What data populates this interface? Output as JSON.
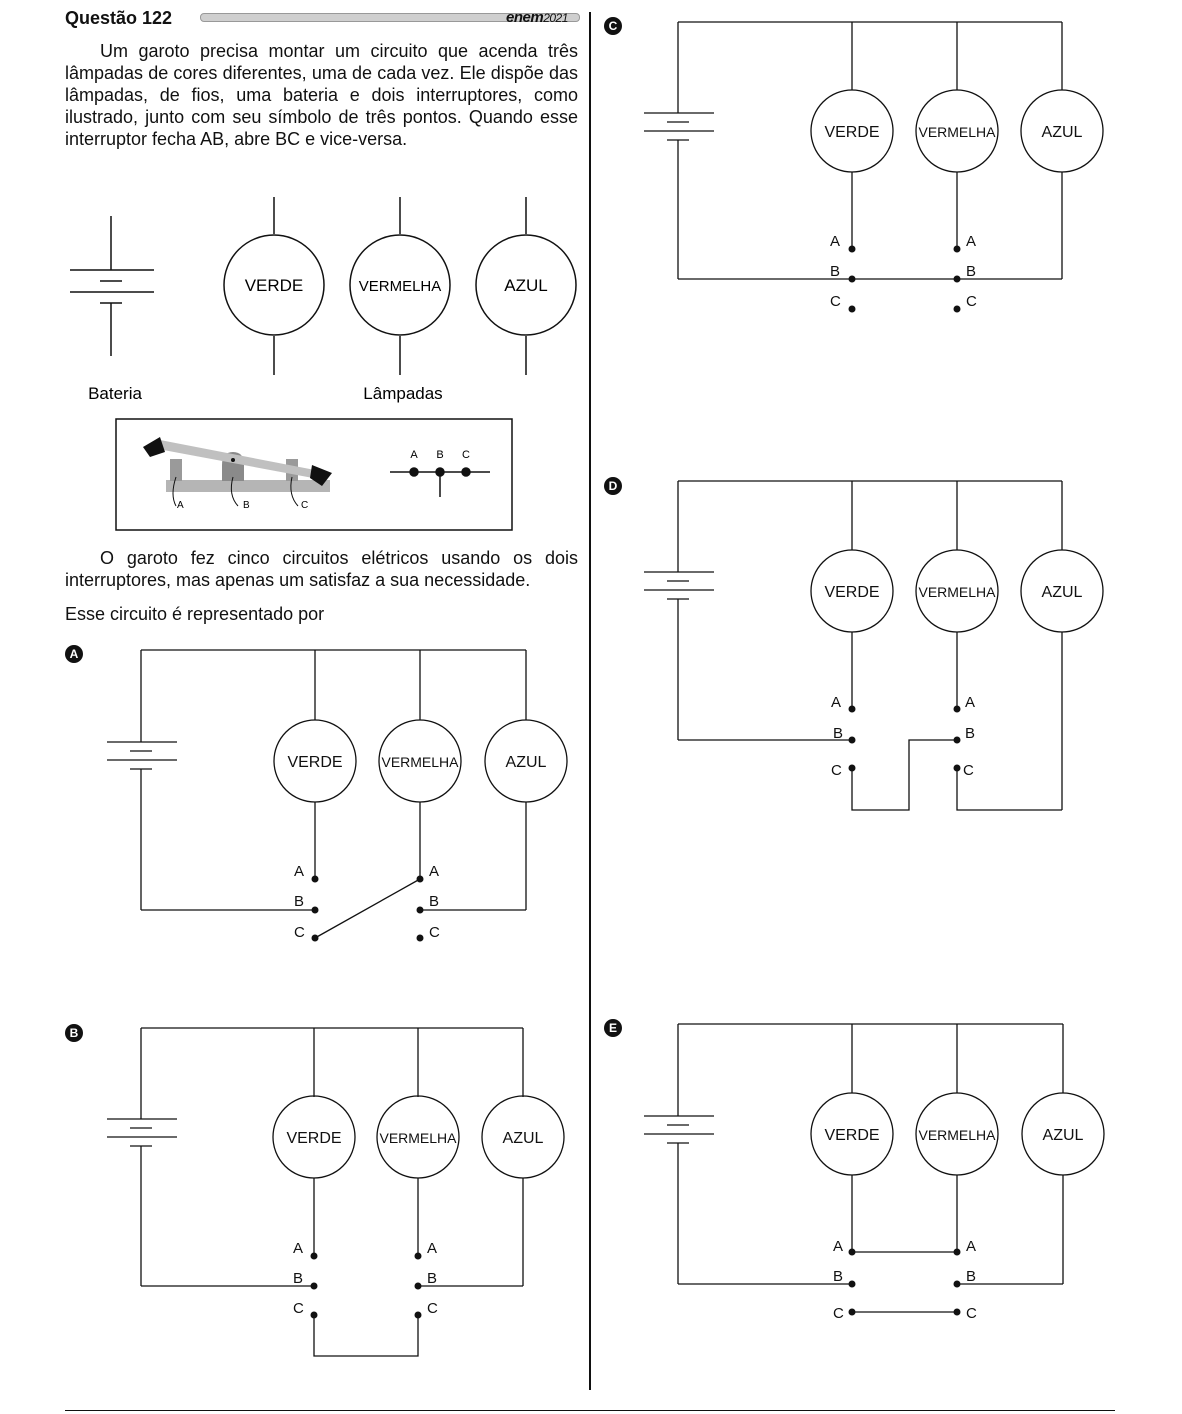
{
  "header": {
    "title": "Questão 122",
    "brand_main": "enem",
    "brand_year": "2021"
  },
  "intro_text": "Um garoto precisa montar um circuito que acenda três lâmpadas de cores diferentes, uma de cada vez. Ele dispõe das lâmpadas, de fios, uma bateria e dois interruptores, como ilustrado, junto com seu símbolo de três pontos. Quando esse interruptor fecha AB, abre BC e vice-versa.",
  "figure": {
    "battery_label": "Bateria",
    "lamps_label": "Lâmpadas",
    "switch_points": [
      "A",
      "B",
      "C"
    ]
  },
  "lamps": [
    "VERDE",
    "VERMELHA",
    "AZUL"
  ],
  "text2": "O garoto fez cinco circuitos elétricos usando os dois interruptores, mas apenas um satisfaz a sua necessidade.",
  "text3": "Esse circuito é representado por",
  "options": [
    "A",
    "B",
    "C",
    "D",
    "E"
  ]
}
